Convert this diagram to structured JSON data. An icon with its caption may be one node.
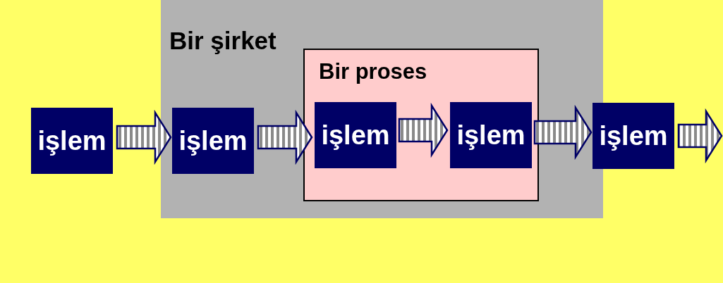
{
  "diagram": {
    "nodes": [
      {
        "text": [
          "işlem"
        ]
      },
      {
        "text": [
          "Bir şirket"
        ]
      },
      {
        "text": [
          "işlem"
        ],
        "in": 1
      },
      {
        "text": [
          "Bir proses"
        ],
        "in": 1
      },
      {
        "text": [
          "işlem"
        ],
        "in": 3
      },
      {
        "text": [
          "işlem"
        ],
        "in": 3
      },
      {
        "text": [
          "işlem"
        ]
      }
    ],
    "edges": [
      {
        "from": 0,
        "to": 2,
        "arrow": "to"
      },
      {
        "from": 2,
        "to": 4,
        "arrow": "to"
      },
      {
        "from": 4,
        "to": 5,
        "arrow": "to"
      },
      {
        "from": 5,
        "to": 6,
        "arrow": "to"
      },
      {
        "from": 6,
        "to": null,
        "arrow": "to"
      }
    ]
  }
}
